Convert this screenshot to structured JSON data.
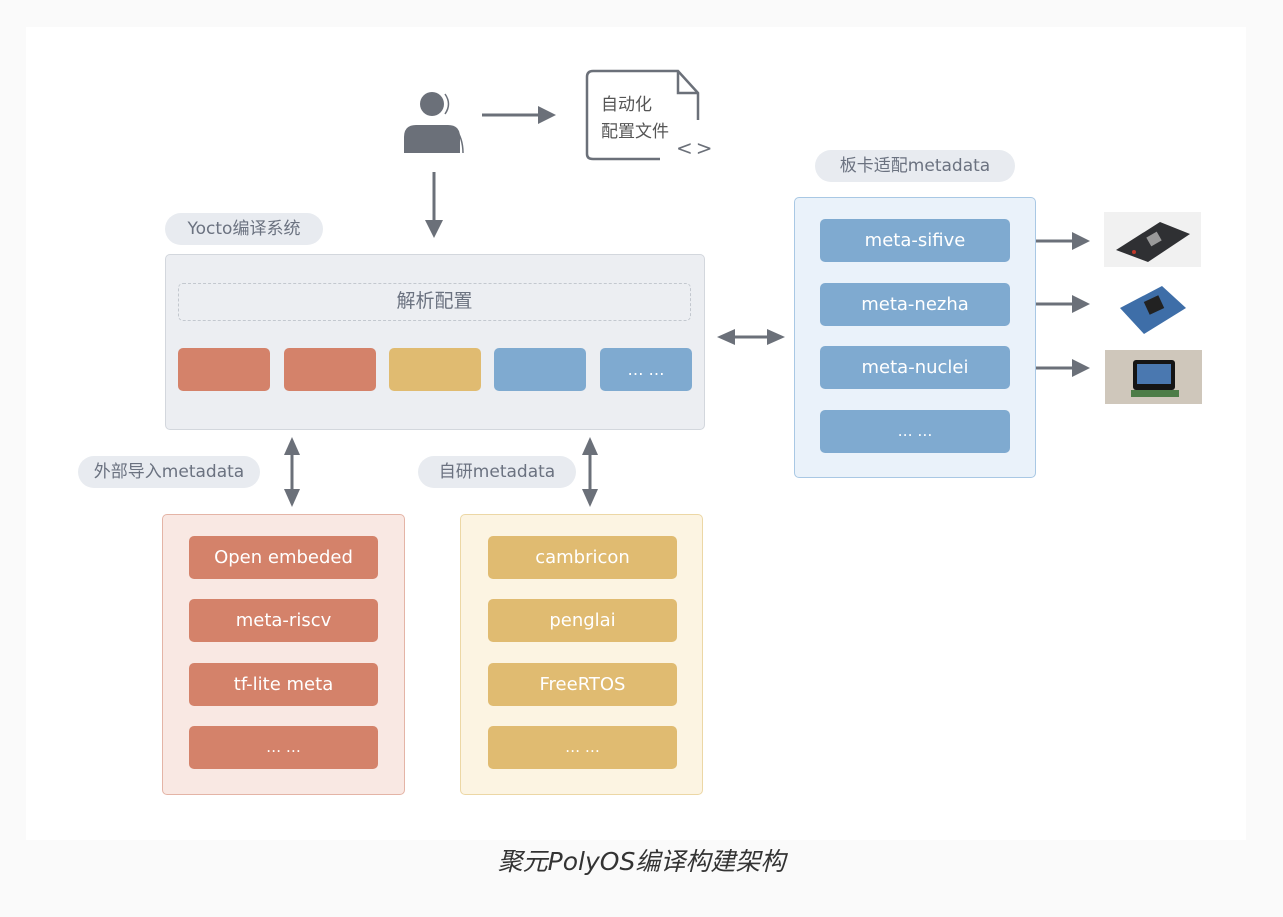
{
  "user_flow": {
    "user_icon": "user-icon",
    "config_file_label_line1": "自动化",
    "config_file_label_line2": "配置文件",
    "config_file_icon": "code-brackets-icon",
    "code_glyph": "<>"
  },
  "yocto": {
    "label": "Yocto编译系统",
    "parse_config": "解析配置",
    "layer_tiles": [
      {
        "color": "orange",
        "text": ""
      },
      {
        "color": "orange",
        "text": ""
      },
      {
        "color": "yellow",
        "text": ""
      },
      {
        "color": "blue",
        "text": ""
      },
      {
        "color": "blue",
        "text": "… …"
      }
    ]
  },
  "external": {
    "label": "外部导入metadata",
    "items": [
      "Open embeded",
      "meta-riscv",
      "tf-lite meta",
      "… …"
    ]
  },
  "self_developed": {
    "label": "自研metadata",
    "items": [
      "cambricon",
      "penglai",
      "FreeRTOS",
      "… …"
    ]
  },
  "boards": {
    "label": "板卡适配metadata",
    "items": [
      "meta-sifive",
      "meta-nezha",
      "meta-nuclei",
      "… …"
    ],
    "images": [
      "sifive-board-photo",
      "nezha-board-photo",
      "nuclei-board-photo"
    ]
  },
  "caption": "聚元PolyOS编译构建架构",
  "colors": {
    "orange": "#d4826a",
    "yellow": "#e0bb71",
    "blue": "#7faad0",
    "arrow": "#6b7079",
    "pill_bg": "#e8ebf0"
  }
}
